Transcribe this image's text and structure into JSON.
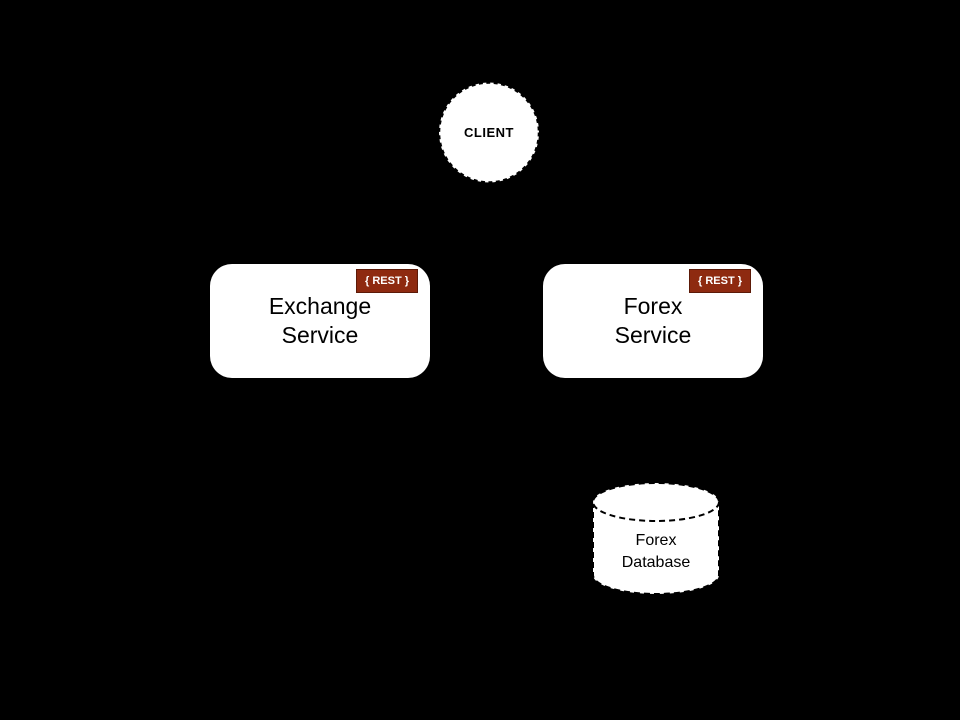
{
  "diagram": {
    "client": {
      "label": "CLIENT"
    },
    "services": {
      "exchange": {
        "line1": "Exchange",
        "line2": "Service",
        "badge": "{ REST }"
      },
      "forex": {
        "line1": "Forex",
        "line2": "Service",
        "badge": "{ REST }"
      }
    },
    "database": {
      "line1": "Forex",
      "line2": "Database"
    },
    "colors": {
      "background": "#000000",
      "shape_fill": "#FFFFFF",
      "shape_text": "#000000",
      "badge_background": "#8E2A10",
      "badge_text": "#FFFFFF"
    }
  }
}
